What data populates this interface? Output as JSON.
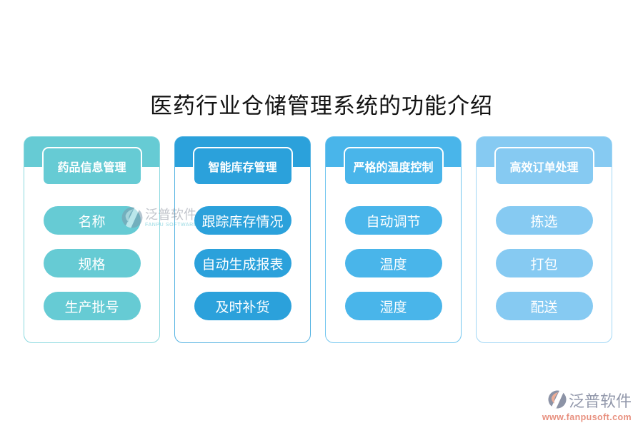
{
  "page": {
    "title": "医药行业仓储管理系统的功能介绍",
    "background": "#ffffff"
  },
  "cards": [
    {
      "title": "药品信息管理",
      "color": "#66CBD4",
      "border": "#8BD9DF",
      "items": [
        "名称",
        "规格",
        "生产批号"
      ]
    },
    {
      "title": "智能库存管理",
      "color": "#2BA1DB",
      "border": "#54B3E2",
      "items": [
        "跟踪库存情况",
        "自动生成报表",
        "及时补货"
      ]
    },
    {
      "title": "严格的温度控制",
      "color": "#49B5EA",
      "border": "#73C6EF",
      "items": [
        "自动调节",
        "温度",
        "湿度"
      ]
    },
    {
      "title": "高效订单处理",
      "color": "#86CAF2",
      "border": "#A2D7F5",
      "items": [
        "拣选",
        "打包",
        "配送"
      ]
    }
  ],
  "watermark": {
    "brand": "泛普软件",
    "subtitle": "FANPU SOFTWARE"
  },
  "footer": {
    "brand": "泛普软件",
    "url": "www.fanpusoft.com",
    "brand_color": "#9298AB",
    "url_color": "#E8907F"
  }
}
